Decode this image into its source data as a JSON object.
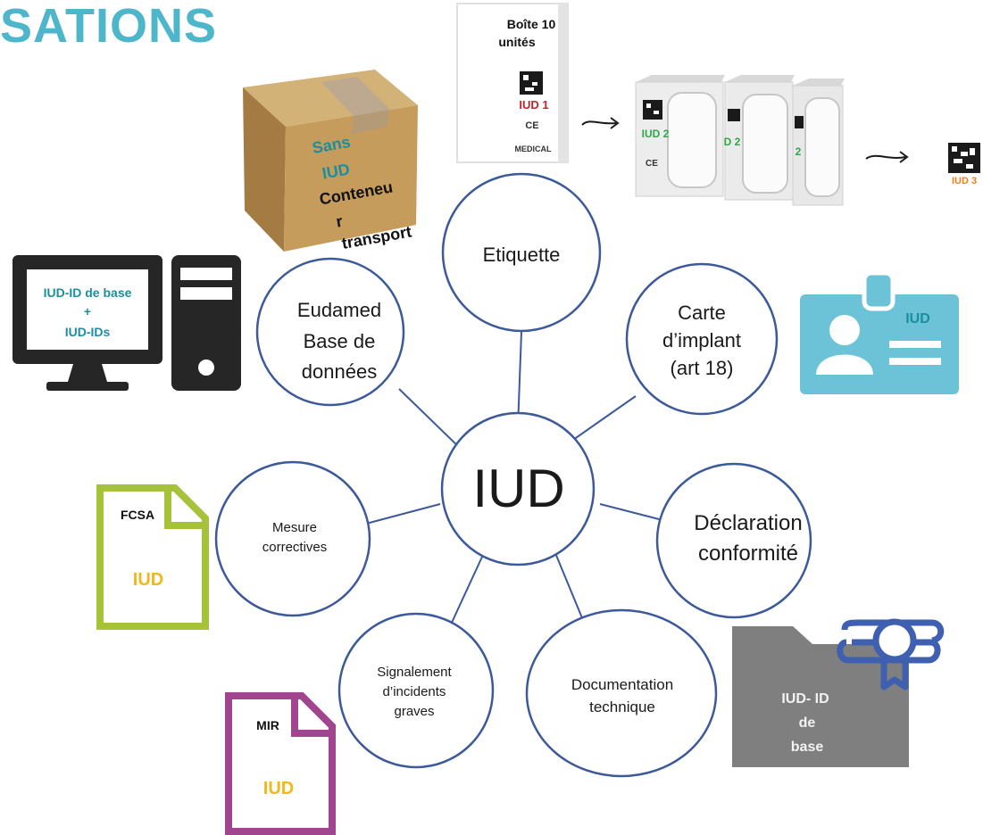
{
  "title": "SATIONS",
  "colors": {
    "accent": "#4eb6cb",
    "circle_stroke": "#3c5a9a",
    "teal_text": "#1b8fa0",
    "red_text": "#c0242b",
    "green_text": "#2aa84a",
    "orange_text": "#e8821e",
    "yellow_text": "#f0b81c",
    "fcsa_green": "#a6c23b",
    "mir_purple": "#a2458f",
    "card_blue": "#6cc3d7",
    "folder_gray": "#7f7f7f",
    "cert_blue": "#3f5fb0"
  },
  "center": {
    "label": "IUD"
  },
  "nodes": {
    "etiquette": {
      "lines": [
        "Etiquette"
      ]
    },
    "eudamed": {
      "lines": [
        "Eudamed",
        "Base de",
        "données"
      ]
    },
    "carte": {
      "lines": [
        "Carte",
        "d’implant",
        "(art 18)"
      ]
    },
    "declaration": {
      "lines": [
        "Déclaration",
        "conformité"
      ]
    },
    "mesure": {
      "lines": [
        "Mesure",
        "correctives"
      ]
    },
    "signalement": {
      "lines": [
        "Signalement",
        "d’incidents",
        "graves"
      ]
    },
    "documentation": {
      "lines": [
        "Documentation",
        "technique"
      ]
    }
  },
  "box": {
    "lines": [
      "Sans",
      "IUD",
      "Conteneu",
      "r",
      "transport"
    ]
  },
  "packs": {
    "box10": [
      "Boîte 10",
      "unités"
    ],
    "iud1": "IUD 1",
    "ce": "CE",
    "medical": "MEDICAL",
    "iud2": "IUD 2",
    "iud2b": "D 2",
    "iud2c": "2",
    "iud3": "IUD 3"
  },
  "computer": {
    "lines": [
      "IUD-ID de base",
      "+",
      "IUD-IDs"
    ]
  },
  "card": {
    "label": "IUD"
  },
  "fcsa": {
    "tag": "FCSA",
    "label": "IUD"
  },
  "mir": {
    "tag": "MIR",
    "label": "IUD"
  },
  "folder": {
    "lines": [
      "IUD- ID",
      "de",
      "base"
    ]
  }
}
